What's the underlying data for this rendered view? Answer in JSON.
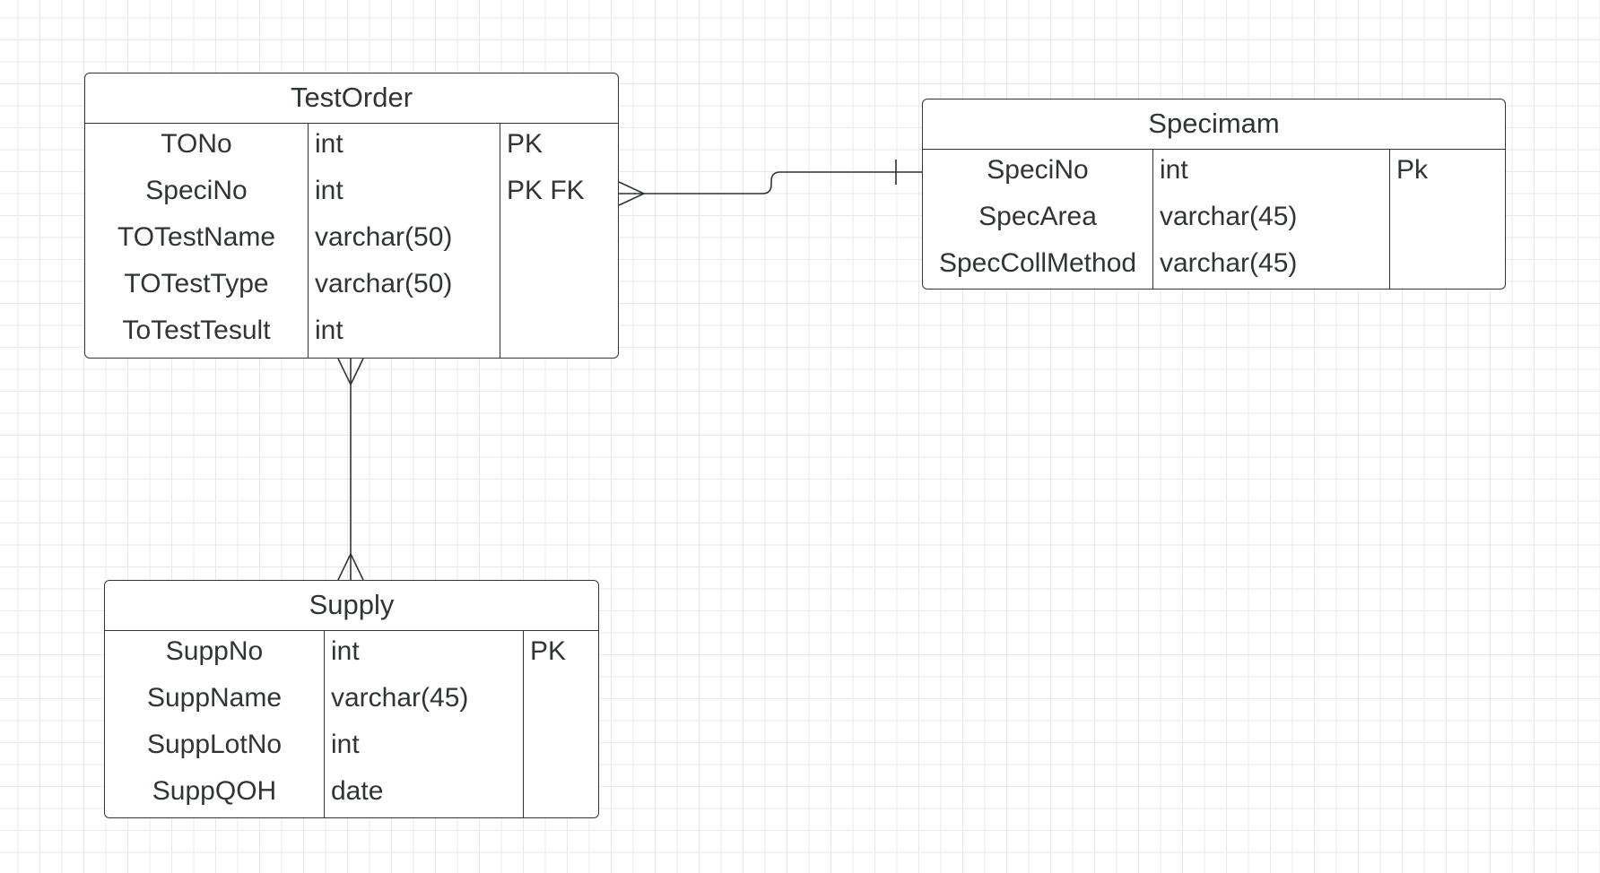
{
  "diagram": {
    "entities": [
      {
        "id": "testorder",
        "title": "TestOrder",
        "rows": [
          {
            "name": "TONo",
            "type": "int",
            "key": "PK"
          },
          {
            "name": "SpeciNo",
            "type": "int",
            "key": "PK FK"
          },
          {
            "name": "TOTestName",
            "type": "varchar(50)",
            "key": ""
          },
          {
            "name": "TOTestType",
            "type": "varchar(50)",
            "key": ""
          },
          {
            "name": "ToTestTesult",
            "type": "int",
            "key": ""
          }
        ]
      },
      {
        "id": "specimam",
        "title": "Specimam",
        "rows": [
          {
            "name": "SpeciNo",
            "type": "int",
            "key": "Pk"
          },
          {
            "name": "SpecArea",
            "type": "varchar(45)",
            "key": ""
          },
          {
            "name": "SpecCollMethod",
            "type": "varchar(45)",
            "key": ""
          }
        ]
      },
      {
        "id": "supply",
        "title": "Supply",
        "rows": [
          {
            "name": "SuppNo",
            "type": "int",
            "key": "PK"
          },
          {
            "name": "SuppName",
            "type": "varchar(45)",
            "key": ""
          },
          {
            "name": "SuppLotNo",
            "type": "int",
            "key": ""
          },
          {
            "name": "SuppQOH",
            "type": "date",
            "key": ""
          }
        ]
      }
    ],
    "relationships": [
      {
        "from": "testorder",
        "from_end": "many",
        "to": "specimam",
        "to_end": "one"
      },
      {
        "from": "testorder",
        "from_end": "many",
        "to": "supply",
        "to_end": "many"
      }
    ],
    "colors": {
      "line": "#2f3437",
      "grid": "#e9e9ec",
      "background": "#ffffff"
    }
  }
}
